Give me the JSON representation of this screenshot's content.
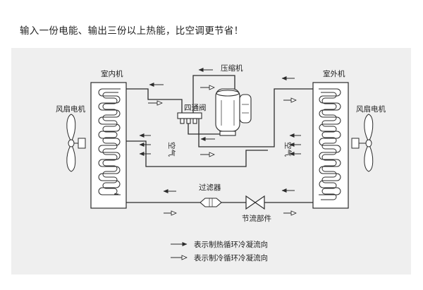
{
  "headline": "输入一份电能、输出三份以上热能，比空调更节省！",
  "labels": {
    "indoor_unit": "室内机",
    "outdoor_unit": "室外机",
    "compressor": "压缩机",
    "four_way_valve": "四通阀",
    "filter": "过滤器",
    "throttle": "节流部件",
    "fan_motor_left": "风扇电机",
    "fan_motor_right": "风扇电机",
    "air_left": "空气",
    "air_right": "空气"
  },
  "legend": {
    "heating": "表示制热循环冷凝流向",
    "cooling": "表示制冷循环冷凝流向"
  },
  "colors": {
    "background": "#efefef",
    "line": "#2b2b2b",
    "panel": "#ffffff"
  }
}
